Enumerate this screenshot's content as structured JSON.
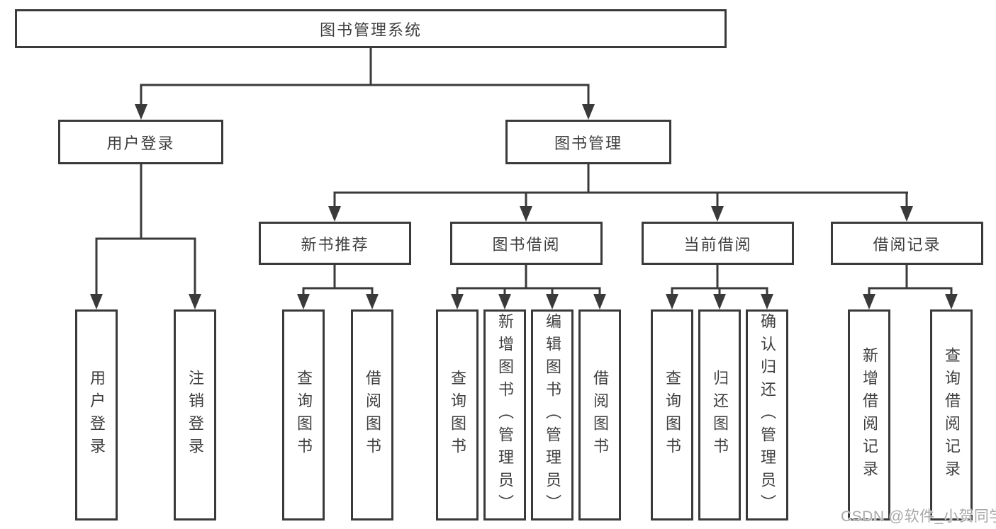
{
  "tree": {
    "label": "图书管理系统",
    "children": [
      {
        "label": "用户登录",
        "children": [
          {
            "label": "用户登录"
          },
          {
            "label": "注销登录"
          }
        ]
      },
      {
        "label": "图书管理",
        "children": [
          {
            "label": "新书推荐",
            "children": [
              {
                "label": "查询图书"
              },
              {
                "label": "借阅图书"
              }
            ]
          },
          {
            "label": "图书借阅",
            "children": [
              {
                "label": "查询图书"
              },
              {
                "label": "新增图书（管理员）"
              },
              {
                "label": "编辑图书（管理员）"
              },
              {
                "label": "借阅图书"
              }
            ]
          },
          {
            "label": "当前借阅",
            "children": [
              {
                "label": "查询图书"
              },
              {
                "label": "归还图书"
              },
              {
                "label": "确认归还（管理员）"
              }
            ]
          },
          {
            "label": "借阅记录",
            "children": [
              {
                "label": "新增借阅记录"
              },
              {
                "label": "查询借阅记录"
              }
            ]
          }
        ]
      }
    ]
  },
  "watermark": "CSDN @软件_小贺同学",
  "colors": {
    "line": "#3a3a3a",
    "text": "#3f3f3f",
    "background": "#ffffff",
    "watermark": "#9e9e9e"
  }
}
